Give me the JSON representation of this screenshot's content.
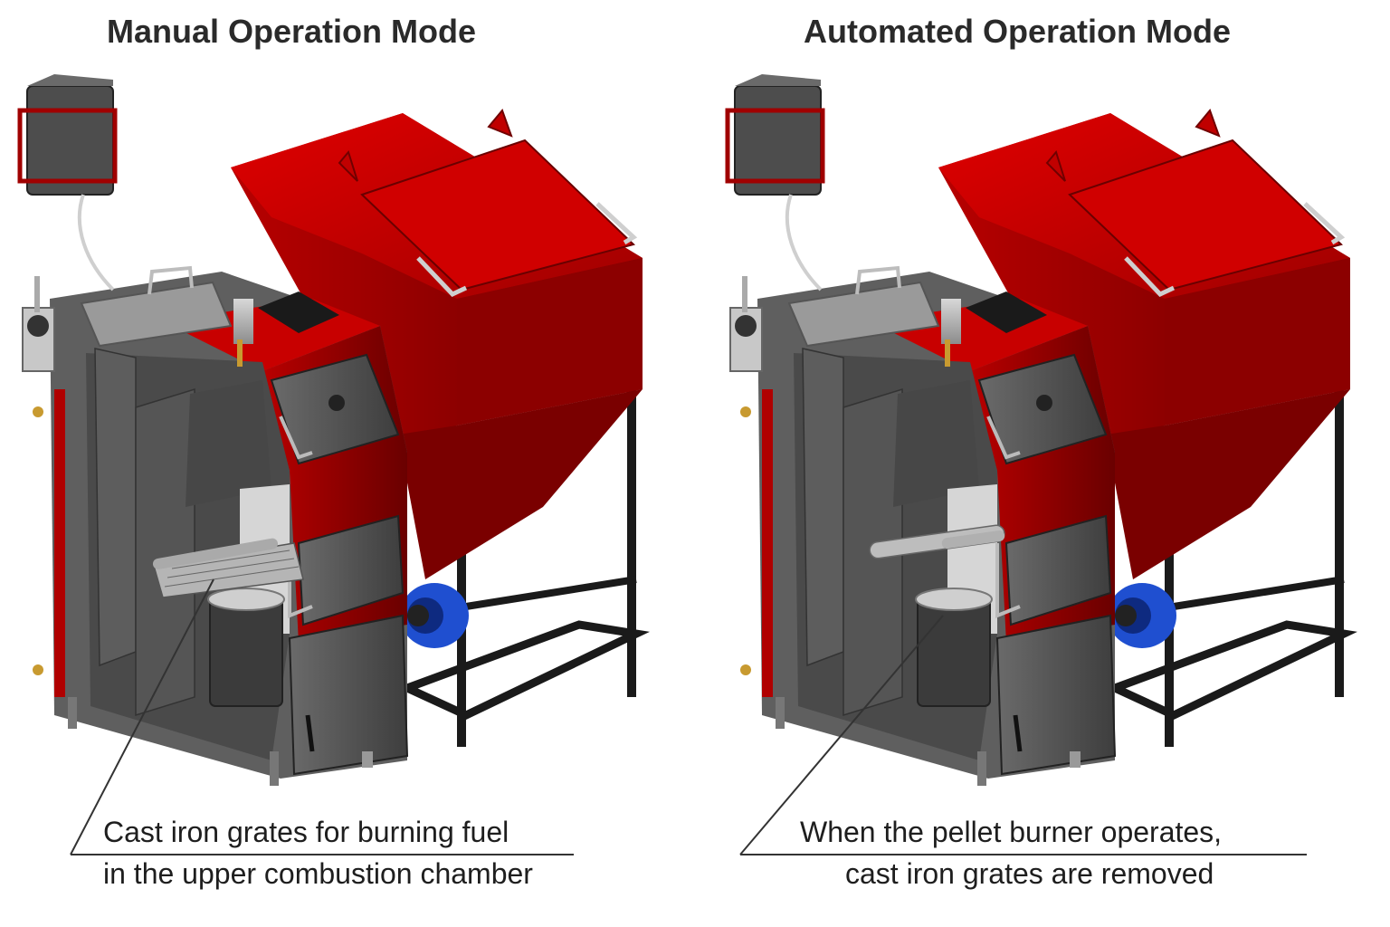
{
  "panels": [
    {
      "title": "Manual Operation Mode",
      "caption_line1": "Cast iron grates for burning fuel",
      "caption_line2": "in the upper combustion chamber"
    },
    {
      "title": "Automated Operation Mode",
      "caption_line1": "When the pellet burner operates,",
      "caption_line2": "cast iron grates are removed"
    }
  ],
  "colors": {
    "boiler_red": "#c40000",
    "steel_gray": "#5a5a5a",
    "blue_motor": "#1f4fd0",
    "frame_black": "#1a1a1a"
  }
}
